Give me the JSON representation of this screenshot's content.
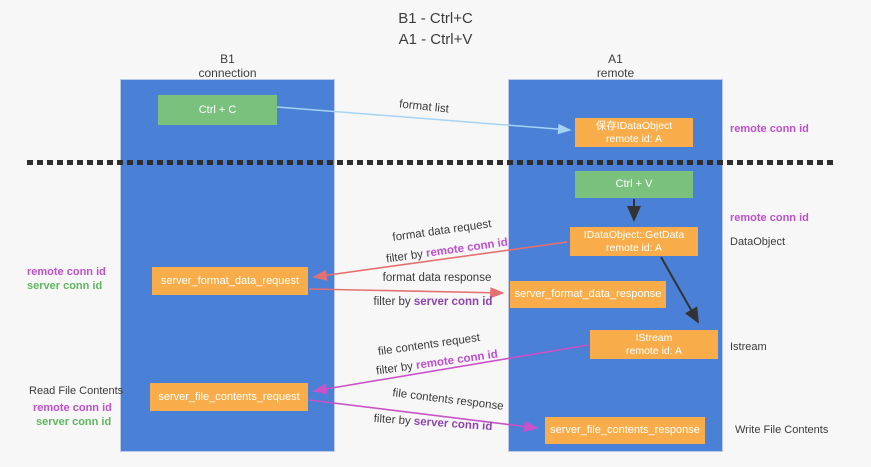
{
  "title": {
    "line1": "B1 - Ctrl+C",
    "line2": "A1 - Ctrl+V"
  },
  "lanes": {
    "left": {
      "name": "B1",
      "sub": "connection"
    },
    "right": {
      "name": "A1",
      "sub": "remote"
    }
  },
  "boxes": {
    "ctrl_c": {
      "label": "Ctrl + C"
    },
    "save_dataobject": {
      "line1": "保存IDataObject",
      "line2": "remote id: A"
    },
    "ctrl_v": {
      "label": "Ctrl + V"
    },
    "getdata": {
      "line1": "IDataObject::GetData",
      "line2": "remote id: A"
    },
    "format_request": {
      "label": "server_format_data_request"
    },
    "format_response": {
      "label": "server_format_data_response"
    },
    "istream": {
      "line1": "IStream",
      "line2": "remote id: A"
    },
    "file_request": {
      "label": "server_file_contents_request"
    },
    "file_response": {
      "label": "server_file_contents_response"
    }
  },
  "flow_labels": {
    "format_list": "format list",
    "format_data_request": "format data request",
    "format_data_response": "format data response",
    "file_contents_request": "file contents request",
    "file_contents_response": "file contents response",
    "filter_prefix": "filter by ",
    "remote_conn_id": "remote conn id",
    "server_conn_id": "server conn id"
  },
  "annotations": {
    "right_remote_conn_id_1": "remote conn id",
    "right_remote_conn_id_2": "remote conn id",
    "dataobject": "DataObject",
    "istream": "Istream",
    "write_file_contents": "Write File Contents",
    "left_remote_conn_id_1": "remote conn id",
    "left_server_conn_id_1": "server conn id",
    "read_file_contents": "Read File Contents",
    "left_remote_conn_id_2": "remote conn id",
    "left_server_conn_id_2": "server conn id"
  },
  "colors": {
    "lane_blue": "#4a80d6",
    "box_orange": "#f8ad4a",
    "box_green": "#7ac17d",
    "arrow_red": "#e57070",
    "arrow_magenta": "#ca52c8",
    "arrow_blue": "#a5d3f3",
    "arrow_black": "#333333",
    "text_magenta": "#bf4fd0",
    "text_purple": "#8e44ad",
    "text_green": "#5fb760",
    "dash_line": "#2e2e2e"
  }
}
